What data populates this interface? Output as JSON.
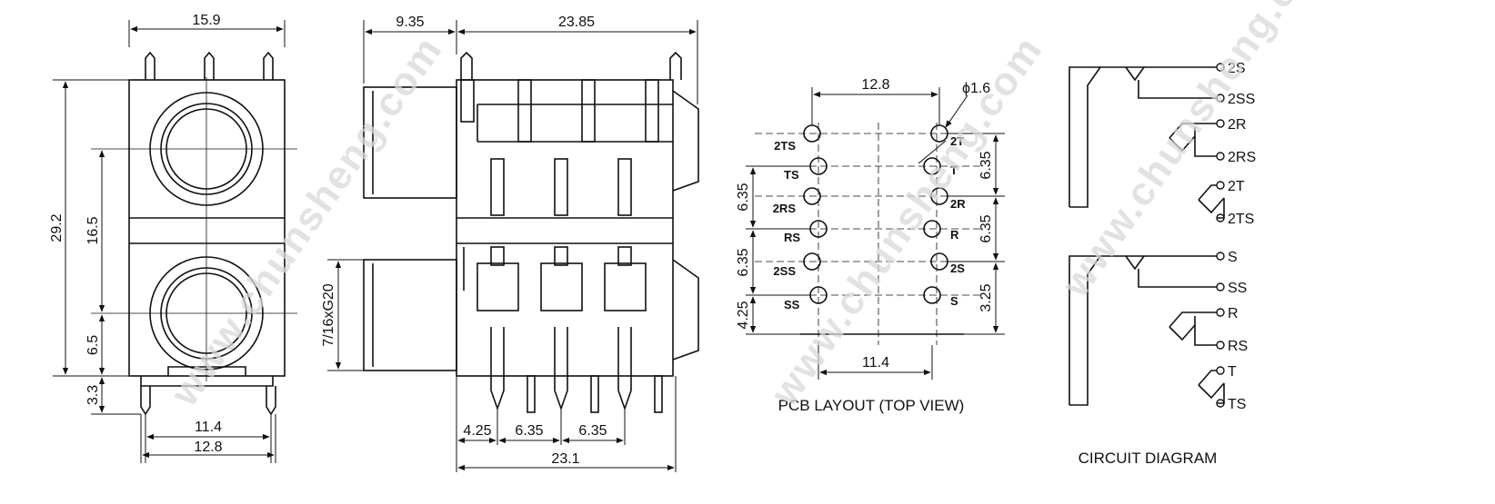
{
  "watermark": "www.chunsheng.com",
  "front_view": {
    "width": "15.9",
    "height": "29.2",
    "jack_spacing": "16.5",
    "bottom_offset": "6.5",
    "pin_length": "3.3",
    "inner_pin_span": "11.4",
    "outer_pin_span": "12.8"
  },
  "side_view": {
    "panel_depth": "9.35",
    "body_length": "23.85",
    "thread": "7/16xG20",
    "pin_offset": "4.25",
    "pitch_1": "6.35",
    "pitch_2": "6.35",
    "base_length": "23.1"
  },
  "pcb_layout": {
    "title": "PCB LAYOUT (TOP VIEW)",
    "hole_span": "12.8",
    "hole_diameter": "ϕ1.6",
    "row_gap": "11.4",
    "left_pitch_1": "6.35",
    "left_pitch_2": "6.35",
    "left_offset": "4.25",
    "right_pitch_1": "6.35",
    "right_pitch_2": "6.35",
    "right_offset": "3.25",
    "left_labels": [
      "2TS",
      "TS",
      "2RS",
      "RS",
      "2SS",
      "SS"
    ],
    "right_labels": [
      "2T",
      "T",
      "2R",
      "R",
      "2S",
      "S"
    ]
  },
  "circuit_diagram": {
    "title": "CIRCUIT DIAGRAM",
    "labels": [
      "2S",
      "2SS",
      "2R",
      "2RS",
      "2T",
      "2TS",
      "S",
      "SS",
      "R",
      "RS",
      "T",
      "TS"
    ]
  }
}
